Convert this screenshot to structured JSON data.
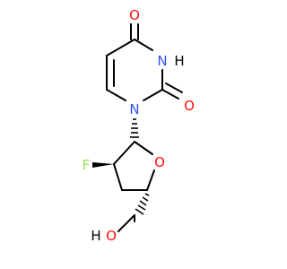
{
  "molecule": {
    "atoms": {
      "o_top": "O",
      "nh": "H",
      "n_nh": "N",
      "o_right": "O",
      "n_ring": "N",
      "o_sugar": "O",
      "f": "F",
      "oh_o": "O",
      "oh_h": "H"
    },
    "colors": {
      "oxygen": "#ff0d0d",
      "nitrogen": "#3050f8",
      "fluorine": "#90e050",
      "bond": "#000000",
      "hydrogen": "#000000"
    }
  }
}
